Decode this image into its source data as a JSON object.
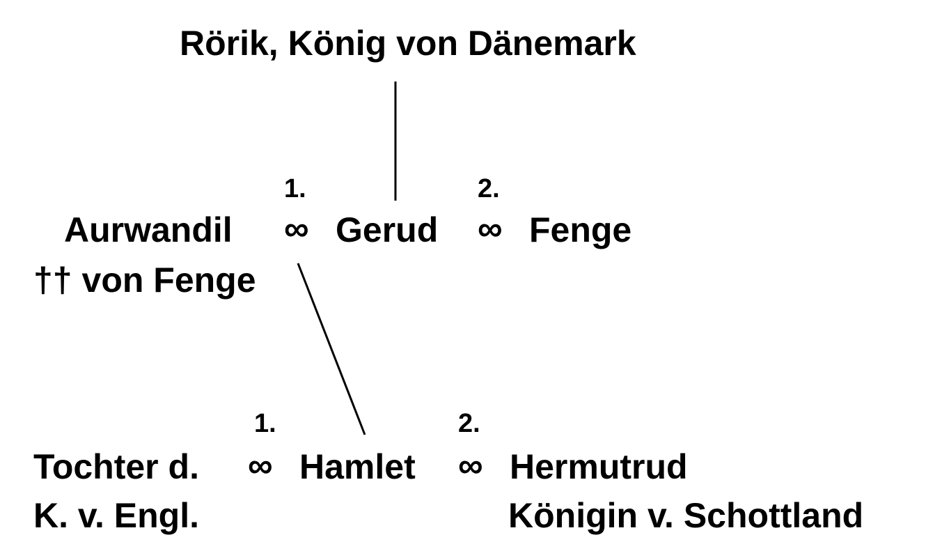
{
  "title": "Rörik, König von Dänemark",
  "generation2": {
    "marriage1_number": "1.",
    "marriage2_number": "2.",
    "spouse1": "Aurwandil",
    "spouse1_note": "†† von Fenge",
    "marriage_symbol": "∞",
    "center": "Gerud",
    "spouse2": "Fenge"
  },
  "generation3": {
    "marriage1_number": "1.",
    "marriage2_number": "2.",
    "spouse1_line1": "Tochter d.",
    "spouse1_line2": "K. v. Engl.",
    "marriage_symbol": "∞",
    "center": "Hamlet",
    "spouse2_line1": "Hermutrud",
    "spouse2_line2": "Königin v. Schottland"
  }
}
